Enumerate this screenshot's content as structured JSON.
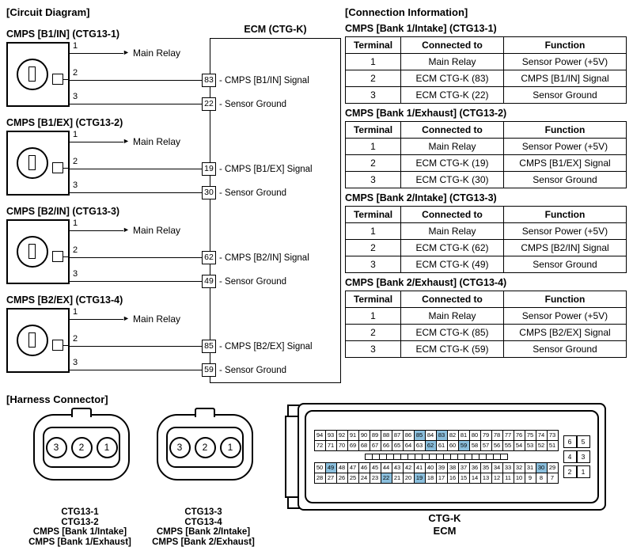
{
  "icons": {
    "arrow_right": "►"
  },
  "circuit": {
    "section_title": "[Circuit Diagram]",
    "ecm_title": "ECM (CTG-K)",
    "sensors": [
      {
        "title": "CMPS [B1/IN] (CTG13-1)",
        "pin_labels": [
          "1",
          "2",
          "3"
        ],
        "relay_label": "Main Relay",
        "signal_pin": "83",
        "signal_label": "- CMPS [B1/IN] Signal",
        "ground_pin": "22",
        "ground_label": "- Sensor Ground"
      },
      {
        "title": "CMPS [B1/EX] (CTG13-2)",
        "pin_labels": [
          "1",
          "2",
          "3"
        ],
        "relay_label": "Main Relay",
        "signal_pin": "19",
        "signal_label": "- CMPS [B1/EX] Signal",
        "ground_pin": "30",
        "ground_label": "- Sensor Ground"
      },
      {
        "title": "CMPS [B2/IN] (CTG13-3)",
        "pin_labels": [
          "1",
          "2",
          "3"
        ],
        "relay_label": "Main Relay",
        "signal_pin": "62",
        "signal_label": "- CMPS [B2/IN] Signal",
        "ground_pin": "49",
        "ground_label": "- Sensor Ground"
      },
      {
        "title": "CMPS [B2/EX] (CTG13-4)",
        "pin_labels": [
          "1",
          "2",
          "3"
        ],
        "relay_label": "Main Relay",
        "signal_pin": "85",
        "signal_label": "- CMPS [B2/EX] Signal",
        "ground_pin": "59",
        "ground_label": "- Sensor Ground"
      }
    ]
  },
  "connection": {
    "section_title": "[Connection Information]",
    "tables": [
      {
        "title": "CMPS [Bank 1/Intake] (CTG13-1)",
        "headers": [
          "Terminal",
          "Connected to",
          "Function"
        ],
        "rows": [
          [
            "1",
            "Main Relay",
            "Sensor Power (+5V)"
          ],
          [
            "2",
            "ECM CTG-K (83)",
            "CMPS [B1/IN] Signal"
          ],
          [
            "3",
            "ECM CTG-K (22)",
            "Sensor Ground"
          ]
        ]
      },
      {
        "title": "CMPS [Bank 1/Exhaust] (CTG13-2)",
        "headers": [
          "Terminal",
          "Connected to",
          "Function"
        ],
        "rows": [
          [
            "1",
            "Main Relay",
            "Sensor Power (+5V)"
          ],
          [
            "2",
            "ECM CTG-K (19)",
            "CMPS [B1/EX] Signal"
          ],
          [
            "3",
            "ECM CTG-K (30)",
            "Sensor Ground"
          ]
        ]
      },
      {
        "title": "CMPS [Bank 2/Intake] (CTG13-3)",
        "headers": [
          "Terminal",
          "Connected to",
          "Function"
        ],
        "rows": [
          [
            "1",
            "Main Relay",
            "Sensor Power (+5V)"
          ],
          [
            "2",
            "ECM CTG-K (62)",
            "CMPS [B2/IN] Signal"
          ],
          [
            "3",
            "ECM CTG-K (49)",
            "Sensor Ground"
          ]
        ]
      },
      {
        "title": "CMPS [Bank 2/Exhaust] (CTG13-4)",
        "headers": [
          "Terminal",
          "Connected to",
          "Function"
        ],
        "rows": [
          [
            "1",
            "Main Relay",
            "Sensor Power (+5V)"
          ],
          [
            "2",
            "ECM CTG-K (85)",
            "CMPS [B2/EX] Signal"
          ],
          [
            "3",
            "ECM CTG-K (59)",
            "Sensor Ground"
          ]
        ]
      }
    ]
  },
  "harness": {
    "section_title": "[Harness Connector]",
    "connectors": [
      {
        "pins": [
          "3",
          "2",
          "1"
        ],
        "labels": [
          "CTG13-1",
          "CTG13-2",
          "CMPS [Bank 1/Intake]",
          "CMPS [Bank 1/Exhaust]"
        ]
      },
      {
        "pins": [
          "3",
          "2",
          "1"
        ],
        "labels": [
          "CTG13-3",
          "CTG13-4",
          "CMPS [Bank 2/Intake]",
          "CMPS [Bank 2/Exhaust]"
        ]
      }
    ],
    "ecm": {
      "labels": [
        "CTG-K",
        "ECM"
      ],
      "grid_rows": [
        [
          "94",
          "93",
          "92",
          "91",
          "90",
          "89",
          "88",
          "87",
          "86",
          "85",
          "84",
          "83",
          "82",
          "81",
          "80",
          "79",
          "78",
          "77",
          "76",
          "75",
          "74",
          "73"
        ],
        [
          "72",
          "71",
          "70",
          "69",
          "68",
          "67",
          "66",
          "65",
          "64",
          "63",
          "62",
          "61",
          "60",
          "59",
          "58",
          "57",
          "56",
          "55",
          "54",
          "53",
          "52",
          "51"
        ],
        [
          "50",
          "49",
          "48",
          "47",
          "46",
          "45",
          "44",
          "43",
          "42",
          "41",
          "40",
          "39",
          "38",
          "37",
          "36",
          "35",
          "34",
          "33",
          "32",
          "31",
          "30",
          "29"
        ],
        [
          "28",
          "27",
          "26",
          "25",
          "24",
          "23",
          "22",
          "21",
          "20",
          "19",
          "18",
          "17",
          "16",
          "15",
          "14",
          "13",
          "12",
          "11",
          "10",
          "9",
          "8",
          "7"
        ]
      ],
      "side_rows": [
        [
          "6",
          "5"
        ],
        [
          "4",
          "3"
        ],
        [
          "2",
          "1"
        ]
      ],
      "small_row_count": 20,
      "highlighted_pins": [
        "85",
        "83",
        "62",
        "59",
        "49",
        "30",
        "22",
        "19"
      ],
      "highlight_color": "#8bbfdd"
    }
  }
}
